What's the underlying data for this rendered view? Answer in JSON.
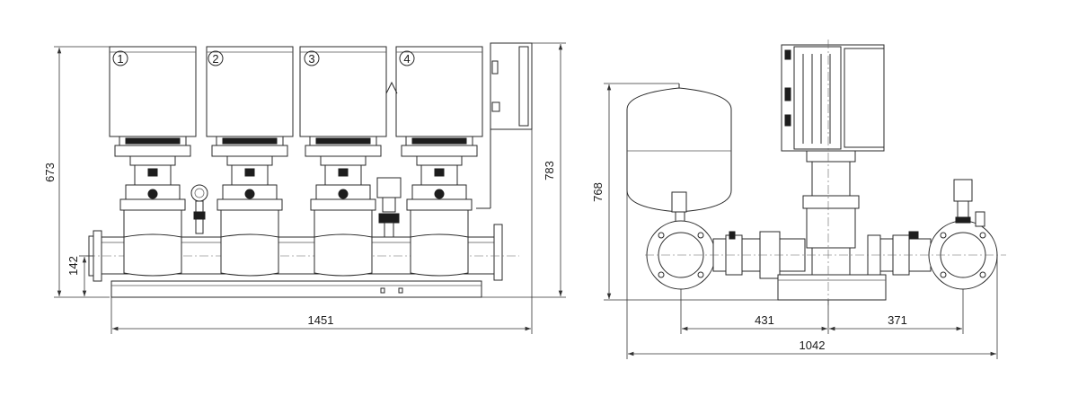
{
  "front_view": {
    "pump_numbers": [
      "1",
      "2",
      "3",
      "4"
    ],
    "dimensions": {
      "overall_length": "1451",
      "motor_top_height": "673",
      "overall_height": "783",
      "pipe_center_height": "142"
    }
  },
  "side_view": {
    "dimensions": {
      "overall_height": "768",
      "inlet_to_center": "431",
      "center_to_outlet": "371",
      "overall_depth": "1042"
    }
  }
}
